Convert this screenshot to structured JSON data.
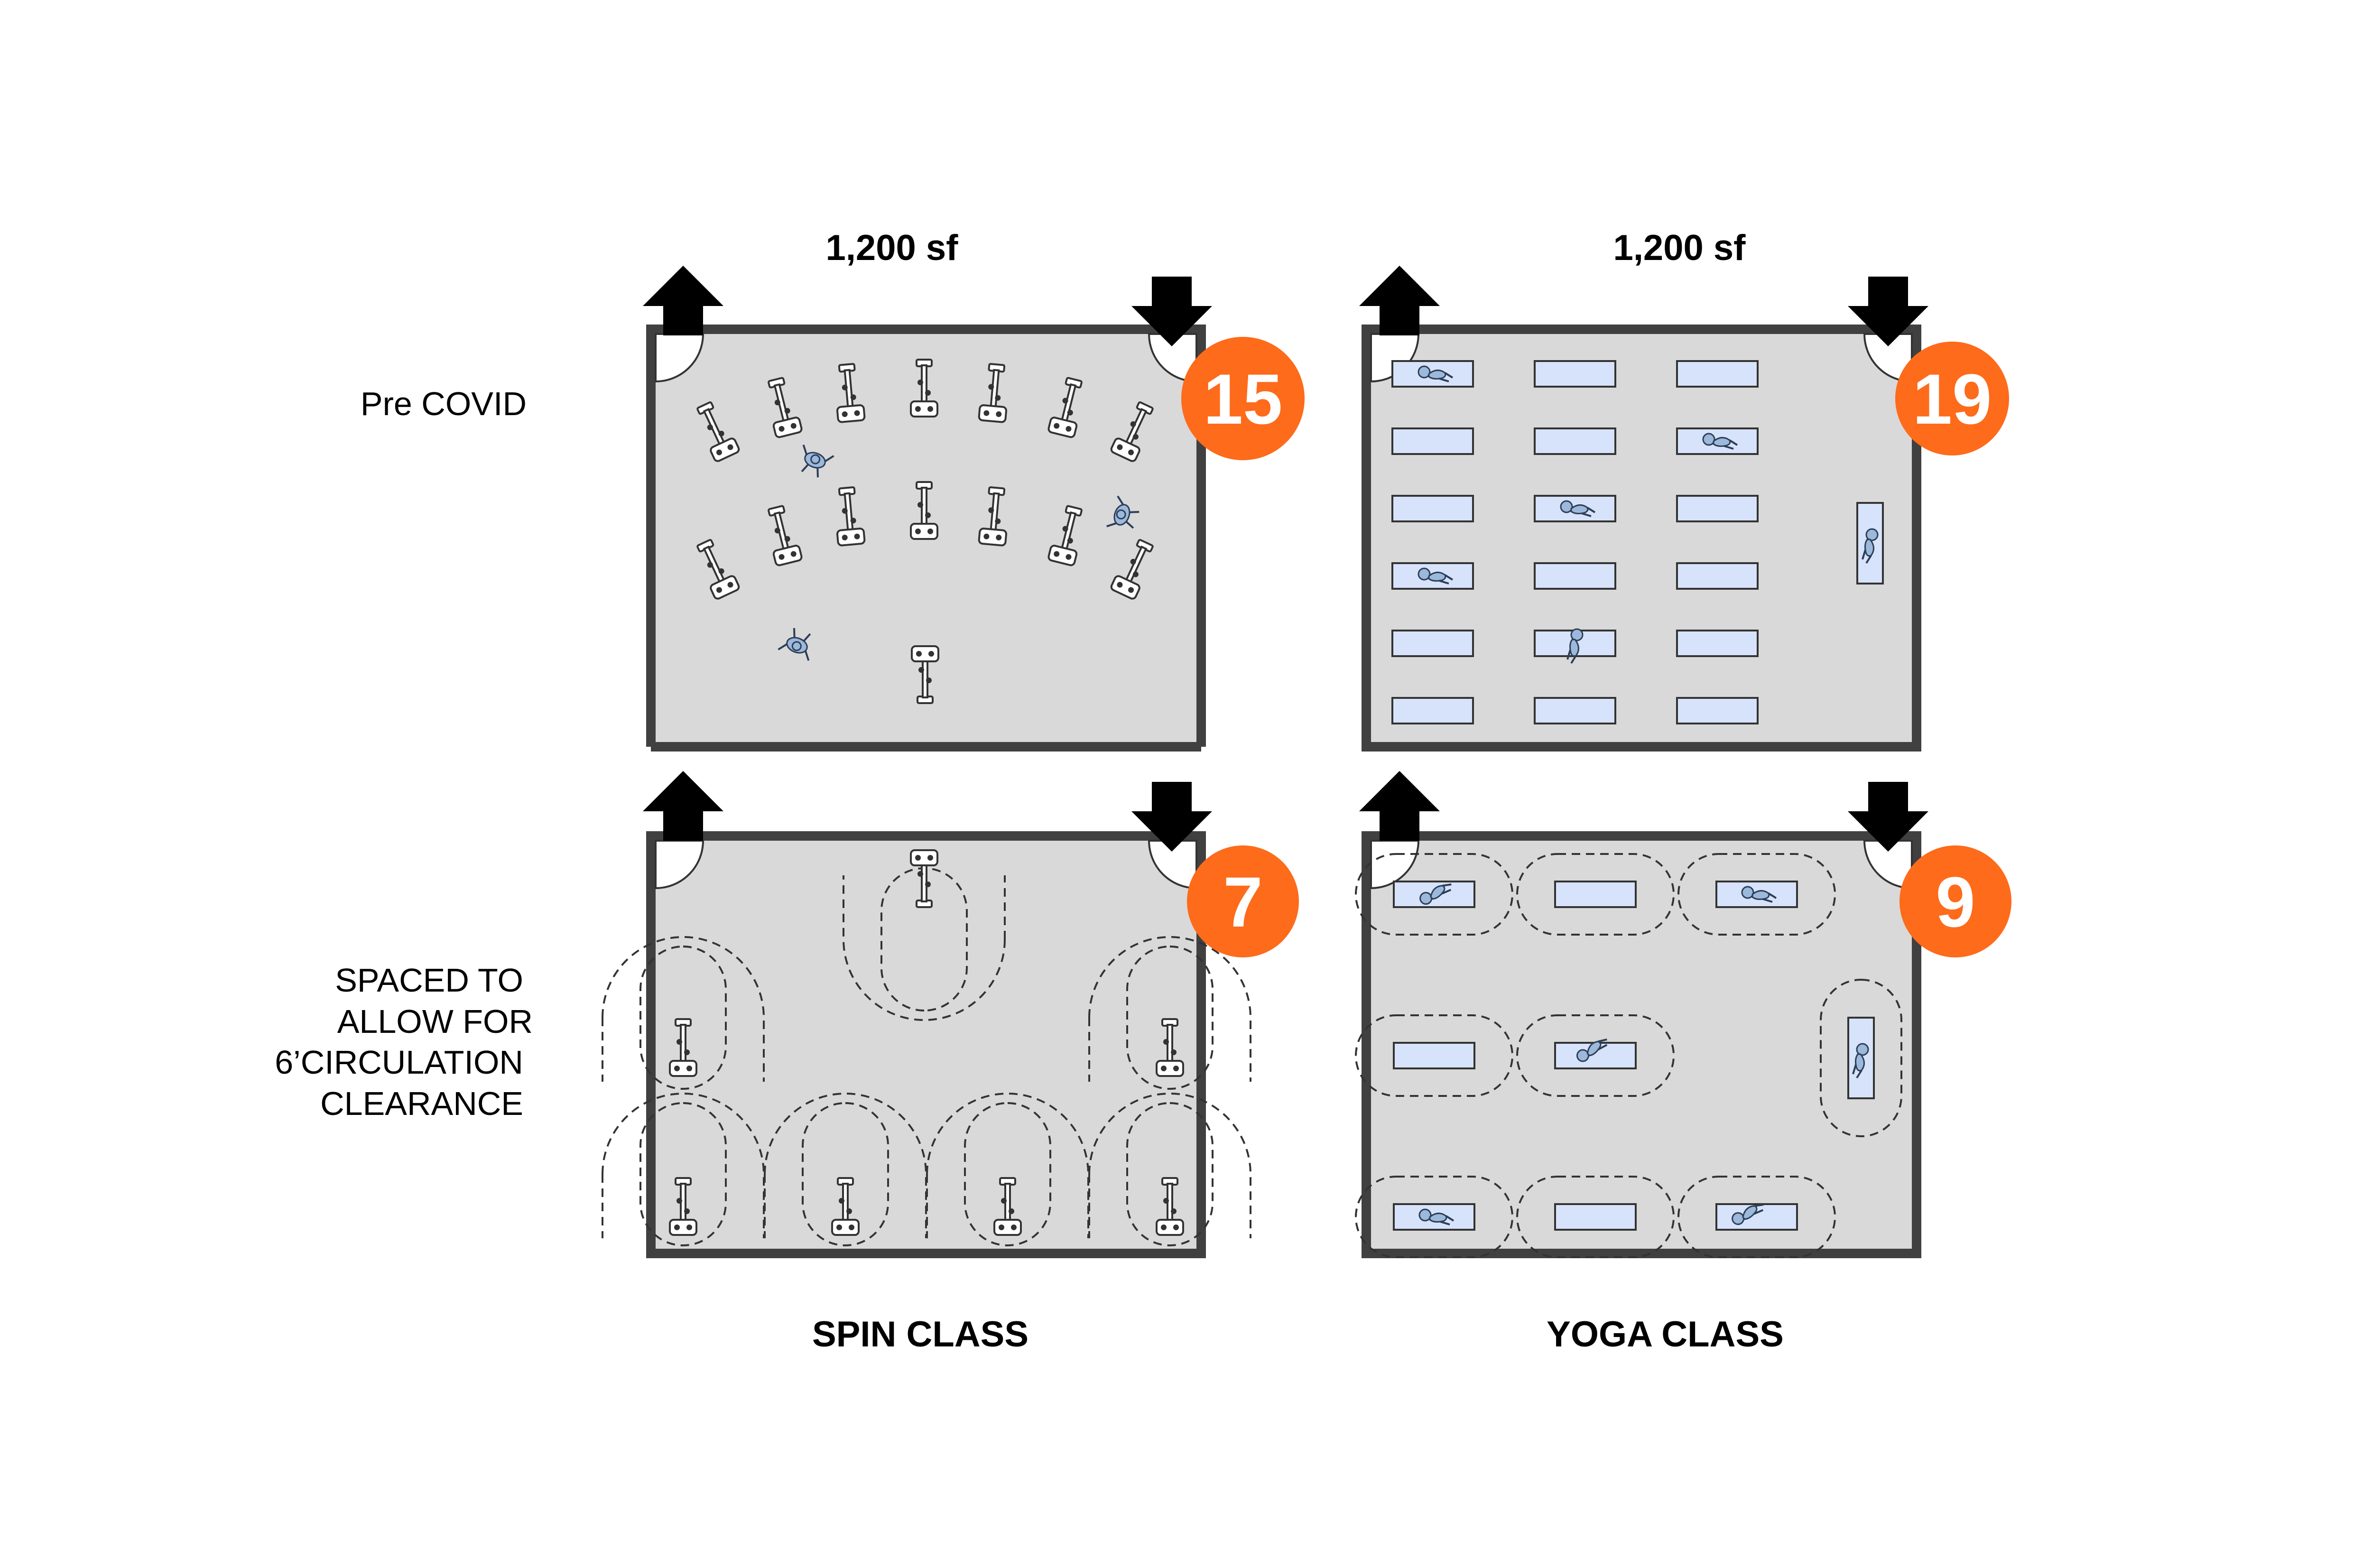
{
  "plans": {
    "spin": {
      "area": "1,200 sf",
      "pre_count": "15",
      "post_count": "7",
      "label": "SPIN CLASS"
    },
    "yoga": {
      "area": "1,200 sf",
      "pre_count": "19",
      "post_count": "9",
      "label": "YOGA CLASS"
    }
  },
  "rows": {
    "pre_label": "Pre COVID",
    "post_label": [
      "SPACED TO",
      "ALLOW FOR",
      "6’CIRCULATION",
      "CLEARANCE"
    ]
  },
  "colors": {
    "floor": "#d9d9d9",
    "wall": "#404040",
    "badge": "#fd6b1b",
    "mat": "#d7e3fa",
    "figure": "#9cb9dc",
    "arrow": "#000000"
  }
}
